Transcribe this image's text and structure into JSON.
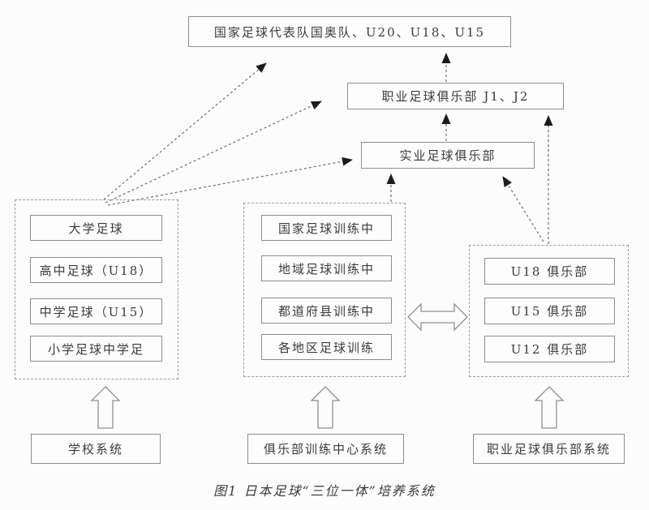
{
  "colors": {
    "background": "#fcfcfc",
    "box_border": "#8d8d8d",
    "dashed_border": "#9b9b9b",
    "text": "#3a3a3a",
    "arrowhead": "#1c1c1c",
    "dashed_line": "#6f6f6f",
    "hollow_arrow_outline": "#8f8f8f"
  },
  "nodes": {
    "national_team": "国家足球代表队国奥队、U20、U18、U15",
    "pro_clubs": "职业足球俱乐部 J1、J2",
    "industry_clubs": "实业足球俱乐部"
  },
  "school_column": {
    "items": [
      "大学足球",
      "高中足球（U18）",
      "中学足球（U15）",
      "小学足球中学足"
    ],
    "system": "学校系统"
  },
  "training_column": {
    "items": [
      "国家足球训练中",
      "地域足球训练中",
      "都道府县训练中",
      "各地区足球训练"
    ],
    "system": "俱乐部训练中心系统"
  },
  "club_column": {
    "items": [
      "U18 俱乐部",
      "U15 俱乐部",
      "U12 俱乐部"
    ],
    "system": "职业足球俱乐部系统"
  },
  "caption": "图1  日本足球“三位一体”培养系统"
}
